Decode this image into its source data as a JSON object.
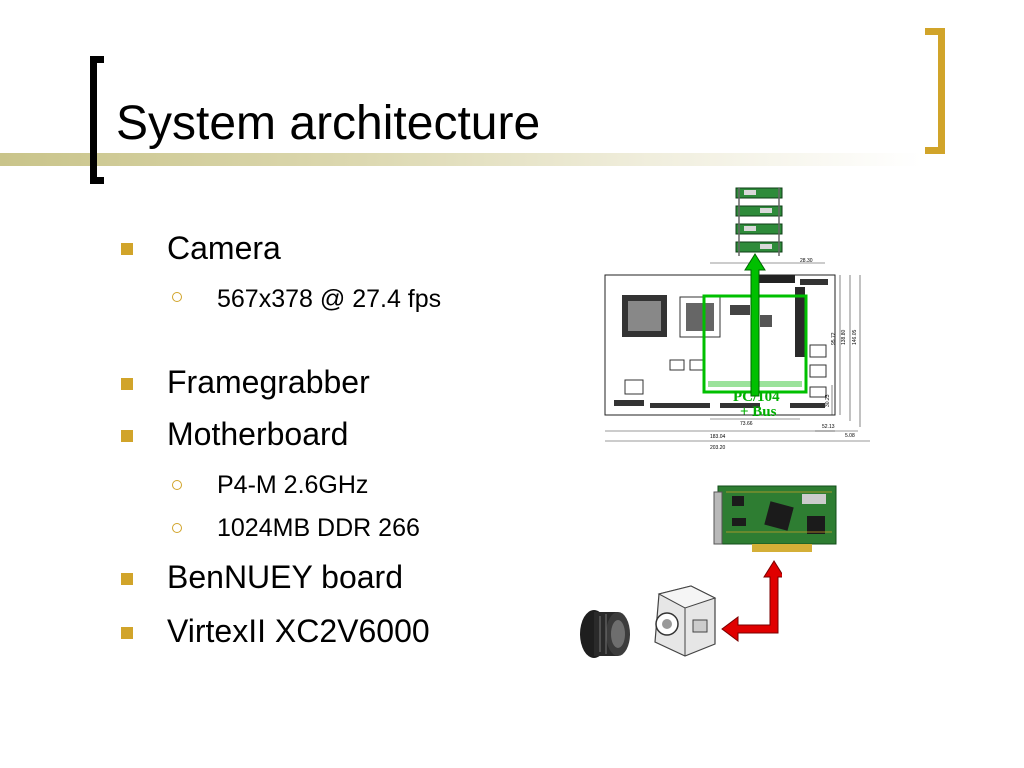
{
  "title": "System architecture",
  "bullets": [
    {
      "text": "Camera",
      "sub": [
        "567x378 @ 27.4 fps"
      ]
    },
    {
      "text": "Framegrabber",
      "sub": []
    },
    {
      "text": "Motherboard",
      "sub": [
        "P4-M 2.6GHz",
        "1024MB DDR 266"
      ]
    },
    {
      "text": "BenNUEY board",
      "sub": []
    },
    {
      "text": "VirtexII XC2V6000",
      "sub": []
    }
  ],
  "diagram": {
    "bus_label_line1": "PC/104",
    "bus_label_line2": "+ Bus",
    "dimensions": [
      "28.30",
      "203.20",
      "183.04",
      "73.66",
      "52.13",
      "5.08",
      "95.72",
      "138.80",
      "146.05",
      "30.23"
    ]
  },
  "colors": {
    "accent": "#d1a42a",
    "bracket_left": "#000000",
    "title_rule": "#c9c48a",
    "pc104_green": "#00b000",
    "connector_red": "#e00000"
  },
  "icons": [
    "square-bullet-icon",
    "circle-bullet-icon"
  ]
}
